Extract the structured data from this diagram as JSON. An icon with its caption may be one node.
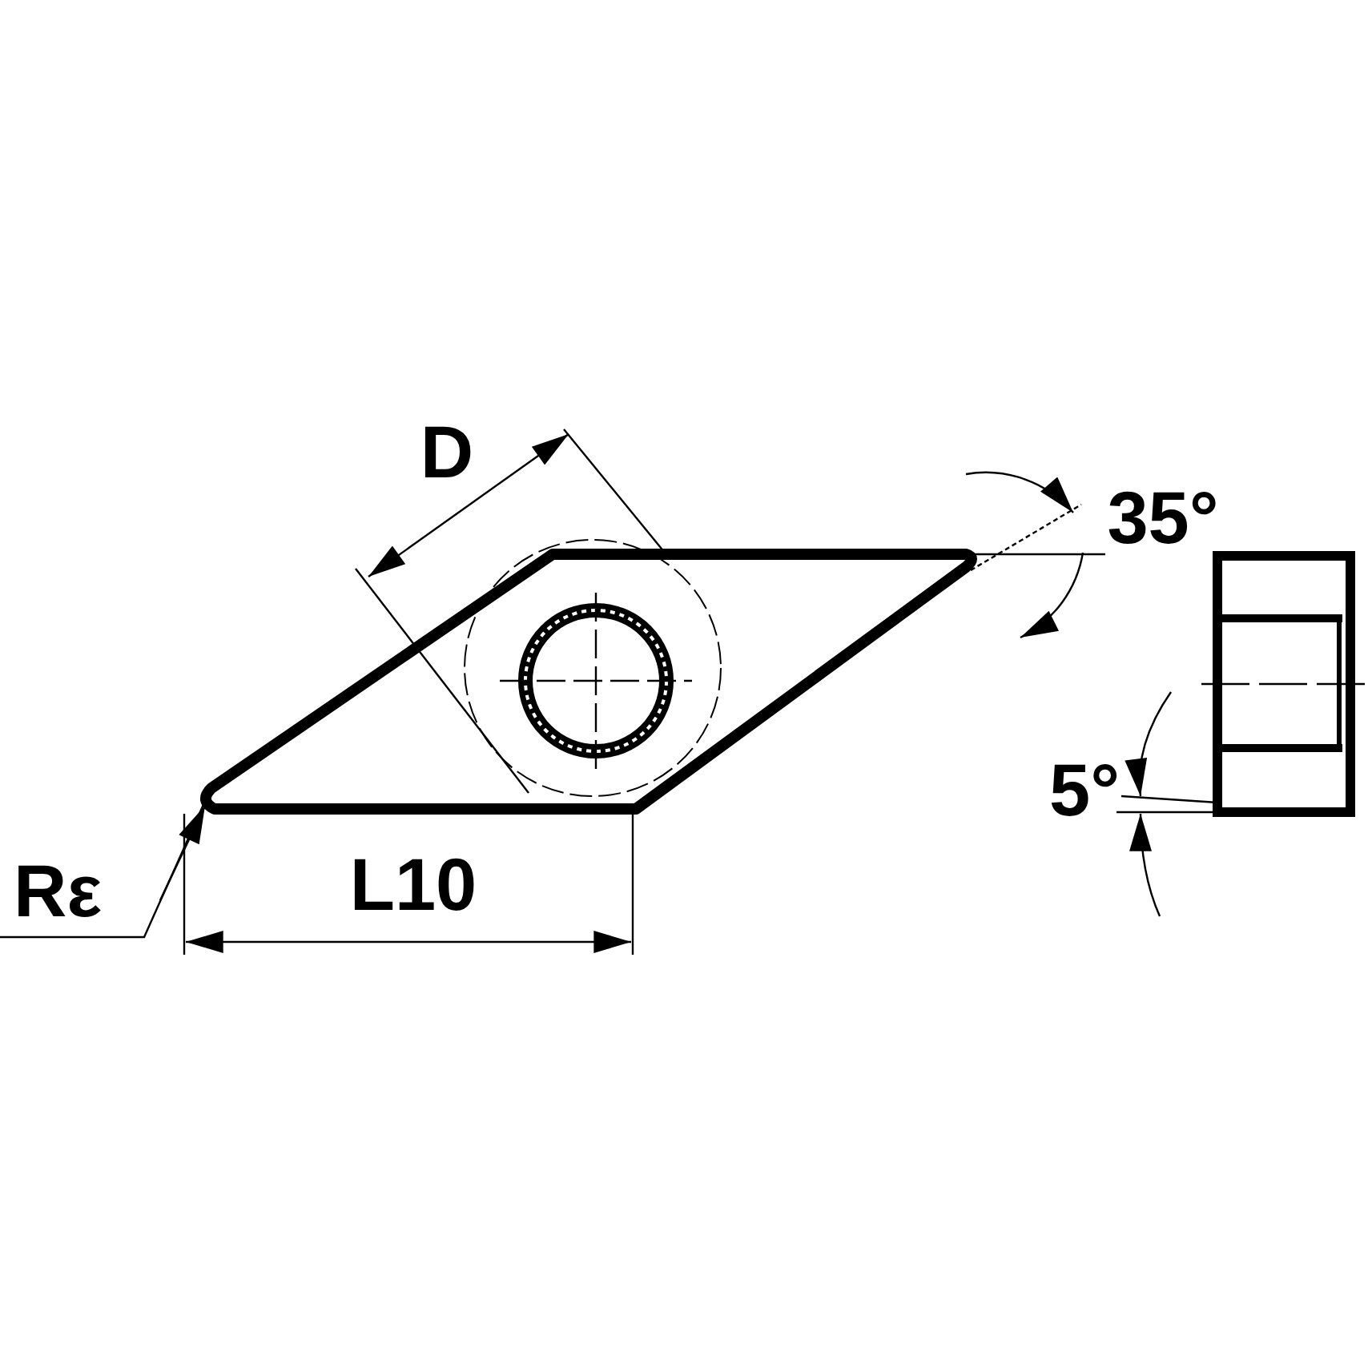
{
  "diagram": {
    "labels": [
      "D",
      "35°",
      "5°",
      "Rε",
      "L10"
    ]
  }
}
